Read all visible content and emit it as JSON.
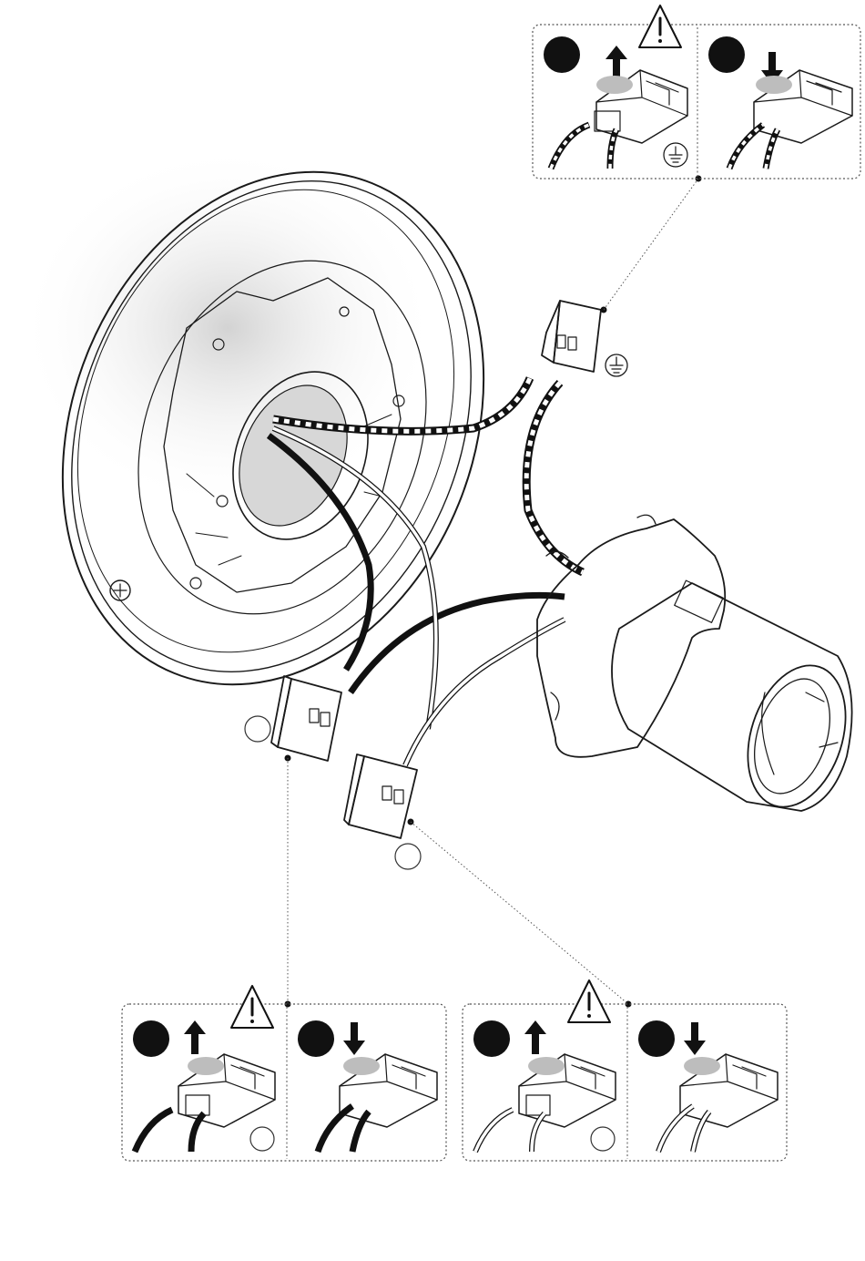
{
  "diagram": {
    "colors": {
      "ink": "#1a1a1a",
      "wire_live": "#111111",
      "wire_neutral": "#ffffff",
      "hand_shade": "#bdbdbd"
    },
    "icons": {
      "warning": "warning-triangle-icon",
      "earth": "earth-ground-icon",
      "arrow_up": "arrow-up-icon",
      "arrow_down": "arrow-down-icon"
    },
    "callouts": {
      "connector_live": "",
      "connector_neutral": "",
      "panel_live_open": "",
      "panel_neutral_open": ""
    },
    "panels": [
      {
        "id": "earth",
        "steps": [
          {
            "action": "open"
          },
          {
            "action": "close"
          }
        ]
      },
      {
        "id": "live",
        "steps": [
          {
            "action": "open"
          },
          {
            "action": "close"
          }
        ]
      },
      {
        "id": "neutral",
        "steps": [
          {
            "action": "open"
          },
          {
            "action": "close"
          }
        ]
      }
    ]
  }
}
